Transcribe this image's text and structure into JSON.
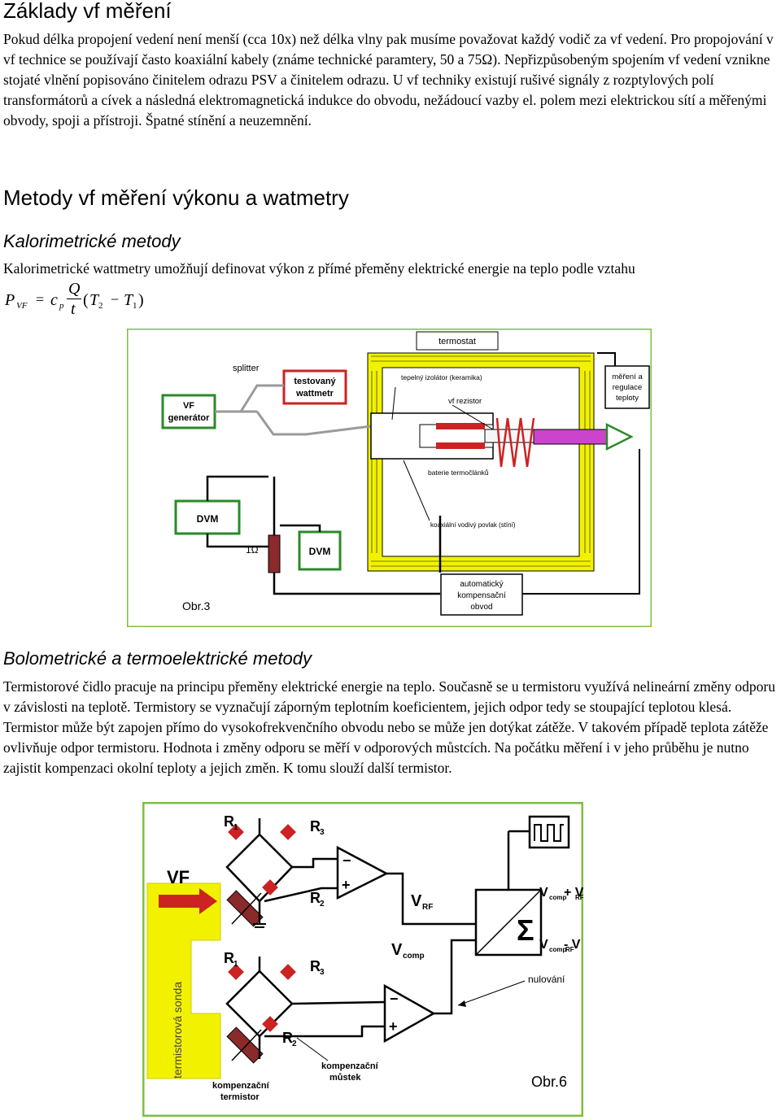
{
  "section1": {
    "title": "Základy vf měření",
    "paragraph": "Pokud délka propojení vedení není menší (cca 10x) než délka vlny pak musíme považovat každý vodič za vf vedení. Pro propojování v vf technice se používají často koaxiální kabely (známe technické paramtery, 50 a 75Ω). Nepřizpůsobeným spojením vf vedení vznikne stojaté vlnění popisováno činitelem odrazu PSV a činitelem odrazu. U vf techniky existují rušivé signály z rozptylových polí transformátorů a cívek a následná elektromagnetická indukce do obvodu, nežádoucí vazby el. polem mezi elektrickou sítí a měřenými obvody, spoji a přístroji. Špatné stínění a neuzemnění."
  },
  "section2": {
    "title": "Metody vf měření výkonu a watmetry",
    "subtitle": "Kalorimetrické metody",
    "paragraph": "Kalorimetrické wattmetry umožňují definovat výkon z přímé přeměny elektrické energie na teplo podle vztahu",
    "formula": {
      "lhs": "P",
      "lhs_sub": "VF",
      "eq": "=",
      "c": "c",
      "c_sub": "p",
      "numerator": "Q",
      "denominator": "t",
      "paren_open": "(",
      "t2": "T",
      "t2_sub": "2",
      "minus": "−",
      "t1": "T",
      "t1_sub": "1",
      "paren_close": ")"
    }
  },
  "figure3": {
    "termostat": "termostat",
    "splitter": "splitter",
    "testovany_1": "testovaný",
    "testovany_2": "wattmetr",
    "vf_gen_1": "VF",
    "vf_gen_2": "generátor",
    "tepelny_izolator": "tepelný izolátor (keramika)",
    "vf_rezistor": "vf rezistor",
    "mereni_1": "měření a",
    "mereni_2": "regulace",
    "mereni_3": "teploty",
    "baterie": "baterie termočlánků",
    "koaxial": "koaxiální vodivý povlak (stíní)",
    "dvm1": "DVM",
    "dvm2": "DVM",
    "resistor": "1Ω",
    "auto_1": "automatický",
    "auto_2": "kompensační",
    "auto_3": "obvod",
    "caption": "Obr.3"
  },
  "section3": {
    "subtitle": "Bolometrické a termoelektrické metody",
    "paragraph": "Termistorové čidlo pracuje na principu přeměny elektrické energie na teplo. Současně se u termistoru využívá nelineární změny odporu v závislosti na teplotě. Termistory se vyznačují záporným teplotním koeficientem, jejich odpor tedy se stoupající teplotou klesá. Termistor může být zapojen přímo do vysokofrekvenčního obvodu nebo se může jen dotýkat zátěže. V takovém případě teplota zátěže ovlivňuje odpor termistoru. Hodnota i změny odporu se měří v odporových můstcích. Na počátku měření i v jeho průběhu je nutno zajistit kompenzaci okolní teploty a jejich změn. K tomu slouží další termistor."
  },
  "figure6": {
    "vf": "VF",
    "r1": "R",
    "r1_sub": "1",
    "r3": "R",
    "r3_sub": "3",
    "r2": "R",
    "r2_sub": "2",
    "r1b": "R",
    "r1b_sub": "1",
    "r3b": "R",
    "r3b_sub": "3",
    "r2b": "R",
    "r2b_sub": "2",
    "plus1": "+",
    "minus1": "−",
    "plus2": "+",
    "minus2": "−",
    "vrf": "V",
    "vrf_sub": "RF",
    "vcomp": "V",
    "vcomp_sub": "comp",
    "sum_top": "V",
    "sum_top_sub1": "comp",
    "sum_top_plus": " + V",
    "sum_top_sub2": "RF",
    "sum_bot": "V",
    "sum_bot_sub1": "comp",
    "sum_bot_minus": " - V",
    "sum_bot_sub2": "RF",
    "sonda": "termistorová sonda",
    "nulovani": "nulování",
    "komp_mustek_1": "kompenzační",
    "komp_mustek_2": "můstek",
    "komp_termistor_1": "kompenzační",
    "komp_termistor_2": "termistor",
    "sigma": "Σ",
    "caption": "Obr.6"
  }
}
